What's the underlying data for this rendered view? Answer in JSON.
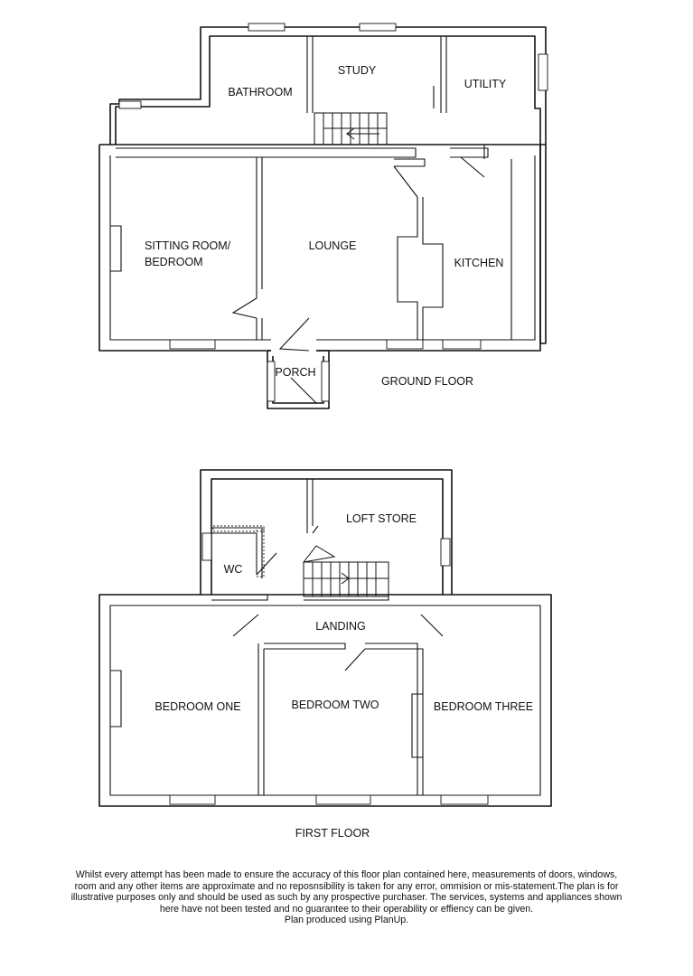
{
  "ground_floor": {
    "caption": "GROUND FLOOR",
    "rooms": {
      "bathroom": "BATHROOM",
      "study": "STUDY",
      "utility": "UTILITY",
      "sitting_room_line1": "SITTING ROOM/",
      "sitting_room_line2": "BEDROOM",
      "lounge": "LOUNGE",
      "kitchen": "KITCHEN",
      "porch": "PORCH"
    }
  },
  "first_floor": {
    "caption": "FIRST FLOOR",
    "rooms": {
      "loft_store": "LOFT STORE",
      "wc": "WC",
      "landing": "LANDING",
      "bedroom_one": "BEDROOM ONE",
      "bedroom_two": "BEDROOM TWO",
      "bedroom_three": "BEDROOM THREE"
    }
  },
  "disclaimer": {
    "line1": "Whilst every attempt has been made to ensure the accuracy of this floor plan contained here, measurements of doors, windows,",
    "line2": "room and any other items are approximate and no reposnsibility is taken for any error, ommision or mis-statement.The plan is for",
    "line3": "illustrative purposes only and should be used as such by any prospective purchaser. The services, systems and appliances shown",
    "line4": "here have not been tested and no guarantee to their operability or effiency can be given.",
    "line5": "Plan produced using PlanUp."
  }
}
